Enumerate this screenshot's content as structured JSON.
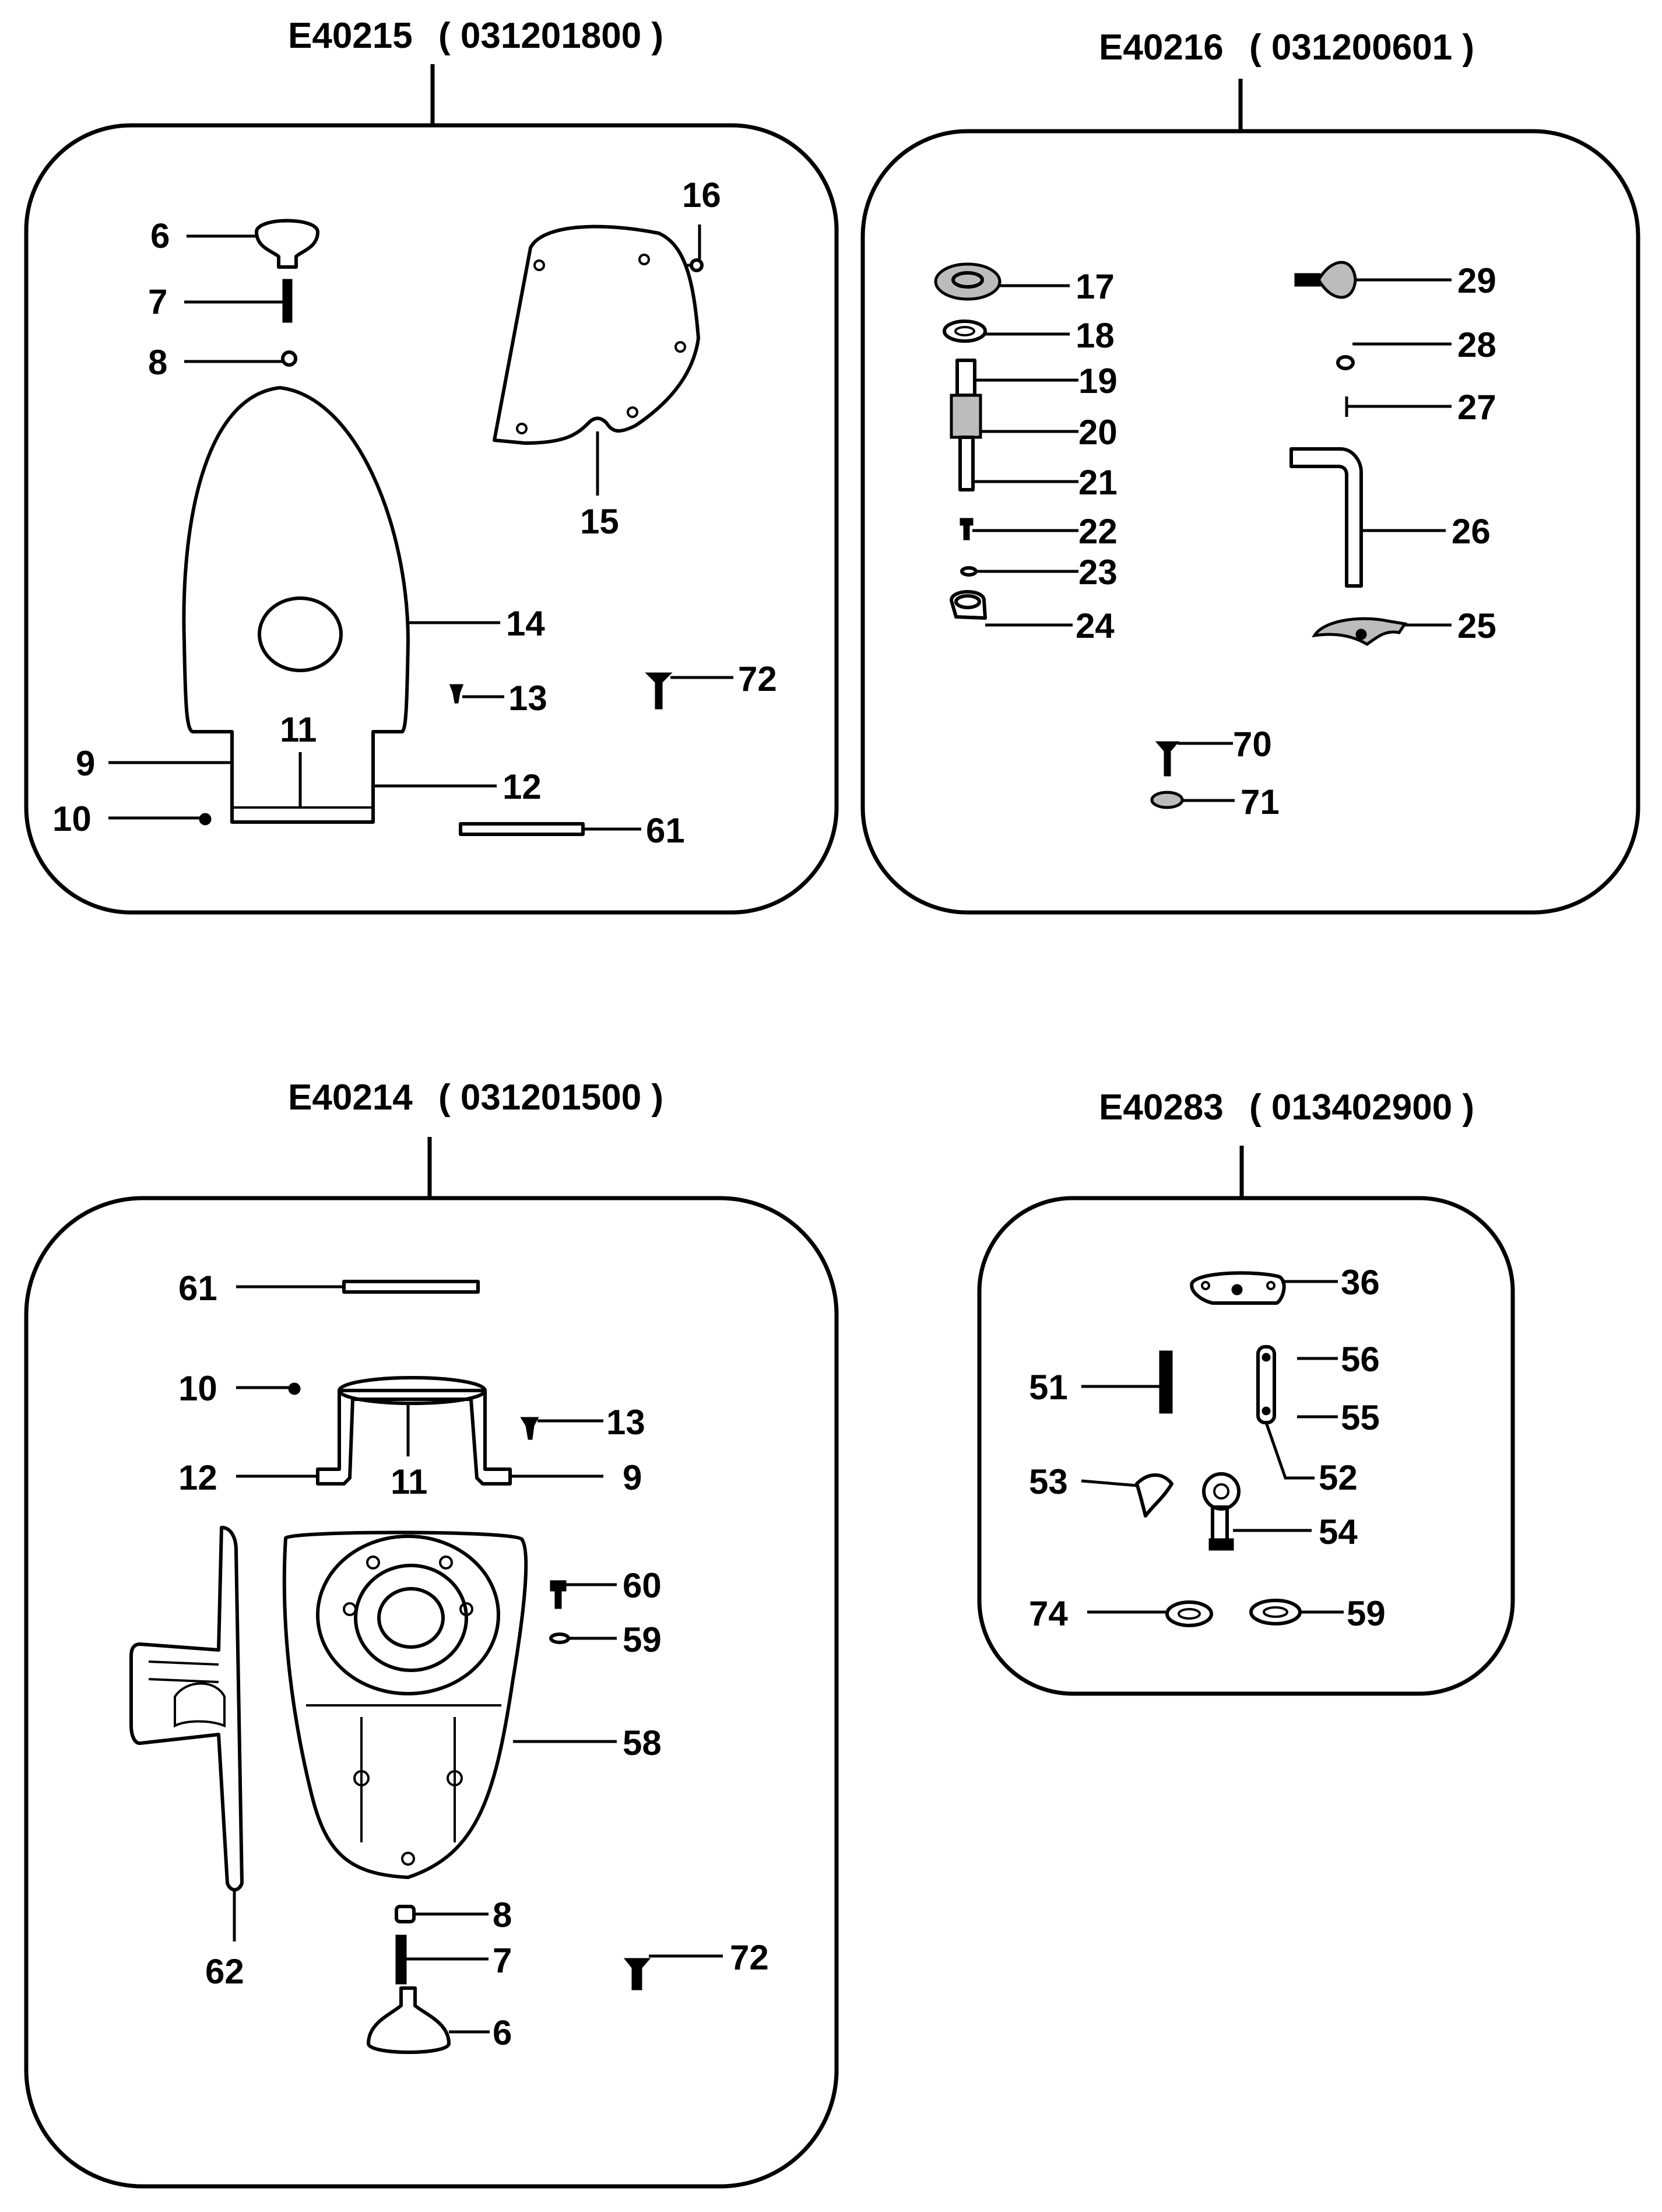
{
  "kits": [
    {
      "code": "E40215",
      "part_no": "( 031201800 )"
    },
    {
      "code": "E40216",
      "part_no": "( 031200601 )"
    },
    {
      "code": "E40214",
      "part_no": "( 031201500 )"
    },
    {
      "code": "E40283",
      "part_no": "( 013402900 )"
    }
  ],
  "callouts": {
    "kit1": [
      "6",
      "7",
      "8",
      "16",
      "15",
      "14",
      "13",
      "72",
      "9",
      "11",
      "12",
      "10",
      "61"
    ],
    "kit2": [
      "17",
      "18",
      "19",
      "20",
      "21",
      "22",
      "23",
      "24",
      "29",
      "28",
      "27",
      "26",
      "25",
      "70",
      "71"
    ],
    "kit3": [
      "61",
      "10",
      "13",
      "12",
      "11",
      "9",
      "60",
      "59",
      "58",
      "62",
      "8",
      "7",
      "72",
      "6"
    ],
    "kit4": [
      "36",
      "51",
      "56",
      "55",
      "52",
      "53",
      "54",
      "74",
      "59"
    ]
  }
}
